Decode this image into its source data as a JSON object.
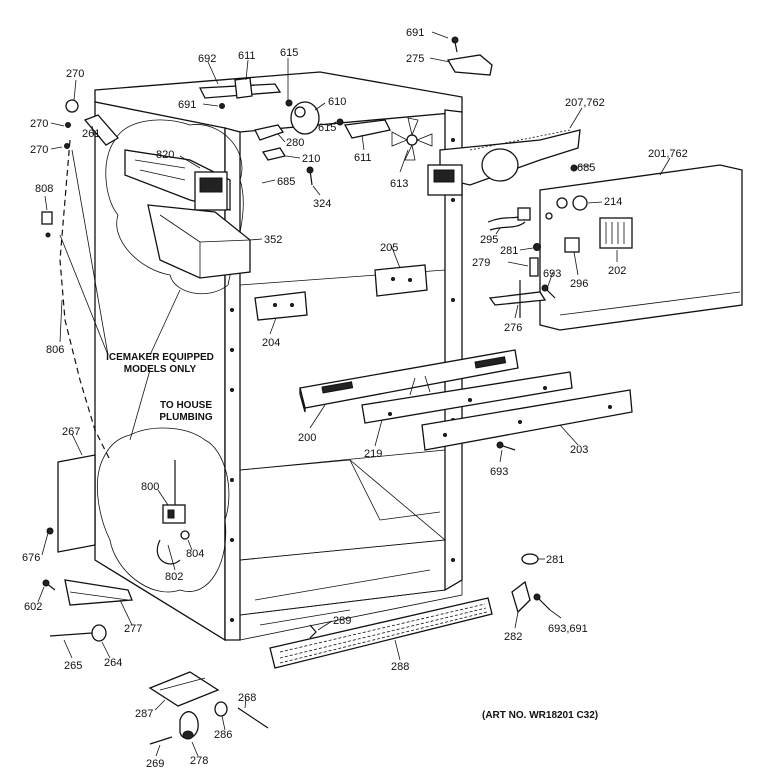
{
  "diagram": {
    "note_icemaker": [
      "ICEMAKER EQUIPPED",
      "MODELS ONLY"
    ],
    "note_plumbing": [
      "TO HOUSE",
      "PLUMBING"
    ],
    "art_no": "(ART NO. WR18201 C32)"
  },
  "parts": [
    {
      "id": "691-top",
      "label": "691"
    },
    {
      "id": "275",
      "label": "275"
    },
    {
      "id": "270-a",
      "label": "270"
    },
    {
      "id": "692",
      "label": "692"
    },
    {
      "id": "611-a",
      "label": "611"
    },
    {
      "id": "615-a",
      "label": "615"
    },
    {
      "id": "691-b",
      "label": "691"
    },
    {
      "id": "610",
      "label": "610"
    },
    {
      "id": "207",
      "label": "207,762"
    },
    {
      "id": "270-b",
      "label": "270"
    },
    {
      "id": "270-c",
      "label": "270"
    },
    {
      "id": "261",
      "label": "261"
    },
    {
      "id": "280",
      "label": "280"
    },
    {
      "id": "615-b",
      "label": "615"
    },
    {
      "id": "611-b",
      "label": "611"
    },
    {
      "id": "613",
      "label": "613"
    },
    {
      "id": "685-a",
      "label": "685"
    },
    {
      "id": "201",
      "label": "201,762"
    },
    {
      "id": "820",
      "label": "820"
    },
    {
      "id": "210",
      "label": "210"
    },
    {
      "id": "685-b",
      "label": "685"
    },
    {
      "id": "808",
      "label": "808"
    },
    {
      "id": "324",
      "label": "324"
    },
    {
      "id": "214",
      "label": "214"
    },
    {
      "id": "295",
      "label": "295"
    },
    {
      "id": "352",
      "label": "352"
    },
    {
      "id": "205",
      "label": "205"
    },
    {
      "id": "281-a",
      "label": "281"
    },
    {
      "id": "279",
      "label": "279"
    },
    {
      "id": "693-a",
      "label": "693"
    },
    {
      "id": "296",
      "label": "296"
    },
    {
      "id": "202",
      "label": "202"
    },
    {
      "id": "276",
      "label": "276"
    },
    {
      "id": "204",
      "label": "204"
    },
    {
      "id": "806",
      "label": "806"
    },
    {
      "id": "200",
      "label": "200"
    },
    {
      "id": "219",
      "label": "219"
    },
    {
      "id": "203",
      "label": "203"
    },
    {
      "id": "267",
      "label": "267"
    },
    {
      "id": "693-b",
      "label": "693"
    },
    {
      "id": "800",
      "label": "800"
    },
    {
      "id": "804",
      "label": "804"
    },
    {
      "id": "802",
      "label": "802"
    },
    {
      "id": "676",
      "label": "676"
    },
    {
      "id": "281-b",
      "label": "281"
    },
    {
      "id": "602",
      "label": "602"
    },
    {
      "id": "277",
      "label": "277"
    },
    {
      "id": "289",
      "label": "289"
    },
    {
      "id": "693-691",
      "label": "693,691"
    },
    {
      "id": "282",
      "label": "282"
    },
    {
      "id": "265",
      "label": "265"
    },
    {
      "id": "264",
      "label": "264"
    },
    {
      "id": "288",
      "label": "288"
    },
    {
      "id": "287",
      "label": "287"
    },
    {
      "id": "268",
      "label": "268"
    },
    {
      "id": "286",
      "label": "286"
    },
    {
      "id": "269",
      "label": "269"
    },
    {
      "id": "278",
      "label": "278"
    }
  ]
}
